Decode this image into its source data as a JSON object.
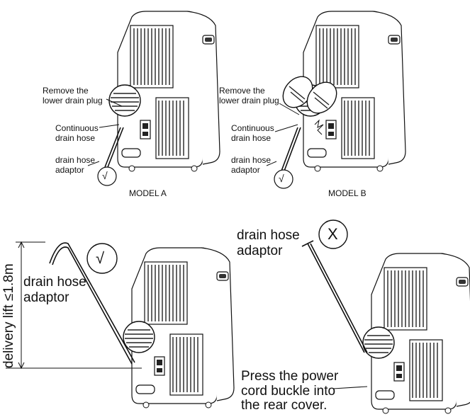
{
  "panel_a": {
    "label_plug": "Remove the\nlower drain plug",
    "label_hose": "Continuous\ndrain hose",
    "label_adaptor": "drain hose\nadaptor",
    "mark": "√",
    "model": "MODEL A"
  },
  "panel_b": {
    "label_plug": "Remove the\nlower drain plug",
    "label_hose": "Continuous\ndrain hose",
    "label_adaptor": "drain hose\nadaptor",
    "mark": "√",
    "model": "MODEL B"
  },
  "panel_c": {
    "lift_label": "delivery lift ≤1.8m",
    "label_adaptor": "drain hose\nadaptor",
    "mark": "√"
  },
  "panel_d": {
    "label_adaptor": "drain hose\nadaptor",
    "mark": "X",
    "note": "Press the power\ncord buckle into\nthe rear cover."
  }
}
